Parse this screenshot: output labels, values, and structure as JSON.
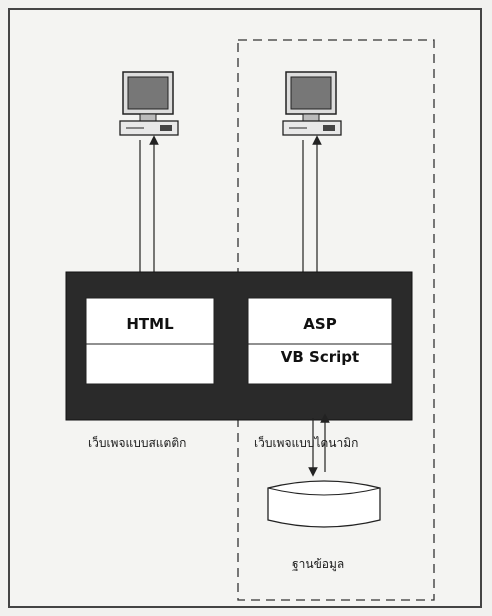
{
  "diagram": {
    "static_panel": {
      "label": "HTML"
    },
    "dynamic_panel": {
      "label_top": "ASP",
      "label_bottom": "VB Script"
    },
    "caption_static": "เว็บเพจแบบสแตติก",
    "caption_dynamic": "เว็บเพจแบบไดนามิก",
    "database_label": "ฐานข้อมูล",
    "colors": {
      "frame": "#2b2b2b",
      "server_bg": "#2a2a2a",
      "panel": "#ffffff",
      "line": "#222222"
    },
    "icons": [
      "computer-icon",
      "computer-icon",
      "database-icon"
    ]
  }
}
